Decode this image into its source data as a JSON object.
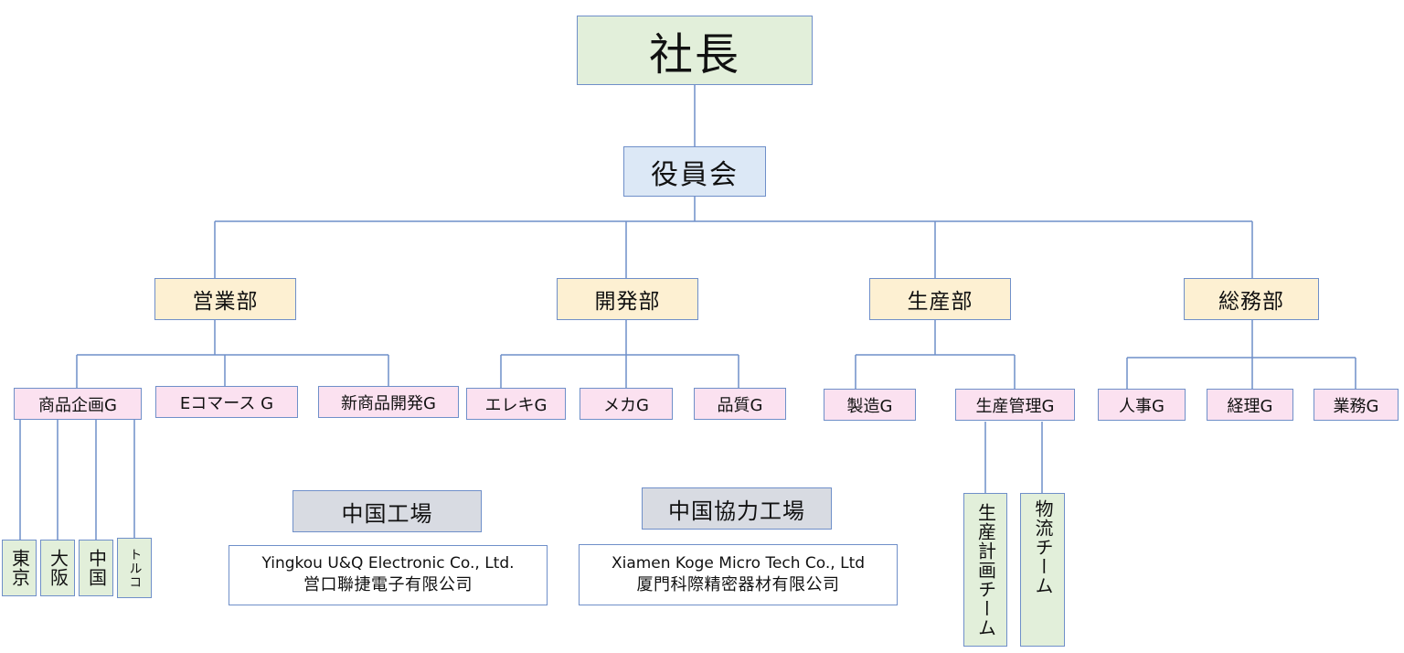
{
  "president": "社長",
  "board": "役員会",
  "departments": {
    "sales": "営業部",
    "development": "開発部",
    "production": "生産部",
    "general_affairs": "総務部"
  },
  "groups": {
    "product_planning": "商品企画G",
    "ecommerce": "Eコマース G",
    "new_product_development": "新商品開発G",
    "electric": "エレキG",
    "mechanical": "メカG",
    "quality": "品質G",
    "manufacturing": "製造G",
    "production_management": "生産管理G",
    "hr": "人事G",
    "accounting": "経理G",
    "operations": "業務G"
  },
  "regions": {
    "tokyo": "東京",
    "osaka": "大阪",
    "china": "中国",
    "turkey": "トルコ"
  },
  "teams": {
    "production_planning": "生産計画チーム",
    "logistics": "物流チーム"
  },
  "factories": {
    "china_factory": {
      "title": "中国工場",
      "name_en": "Yingkou U&Q Electronic Co., Ltd.",
      "name_cn": "営口聯捷電子有限公司"
    },
    "partner_factory": {
      "title": "中国協力工場",
      "name_en": "Xiamen Koge Micro Tech Co., Ltd",
      "name_cn": "厦門科際精密器材有限公司"
    }
  },
  "colors": {
    "line": "#6f8fc9",
    "president_fill": "#e2efda",
    "board_fill": "#dce8f6",
    "department_fill": "#fdf0d2",
    "group_fill": "#fbe1f0",
    "factory_title_fill": "#d8dbe2",
    "team_fill": "#e2efda"
  }
}
